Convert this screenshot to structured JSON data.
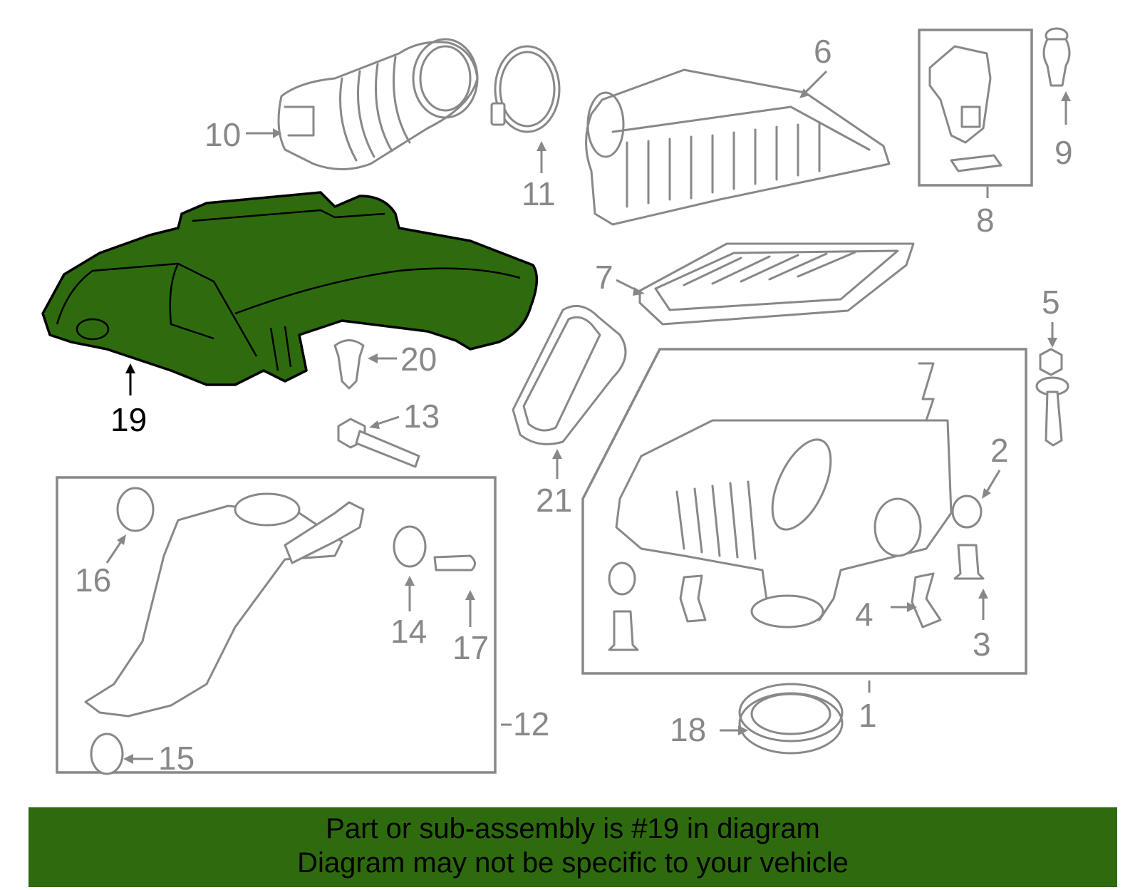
{
  "diagram": {
    "highlighted_part": "19",
    "highlight_color": "#2e6b0e",
    "callouts": [
      "1",
      "2",
      "3",
      "4",
      "5",
      "6",
      "7",
      "8",
      "9",
      "10",
      "11",
      "12",
      "13",
      "14",
      "15",
      "16",
      "17",
      "18",
      "19",
      "20",
      "21"
    ]
  },
  "banner": {
    "line1": "Part or sub-assembly is #19 in diagram",
    "line2": "Diagram may not be specific to your vehicle",
    "background": "#2e6b0e"
  }
}
